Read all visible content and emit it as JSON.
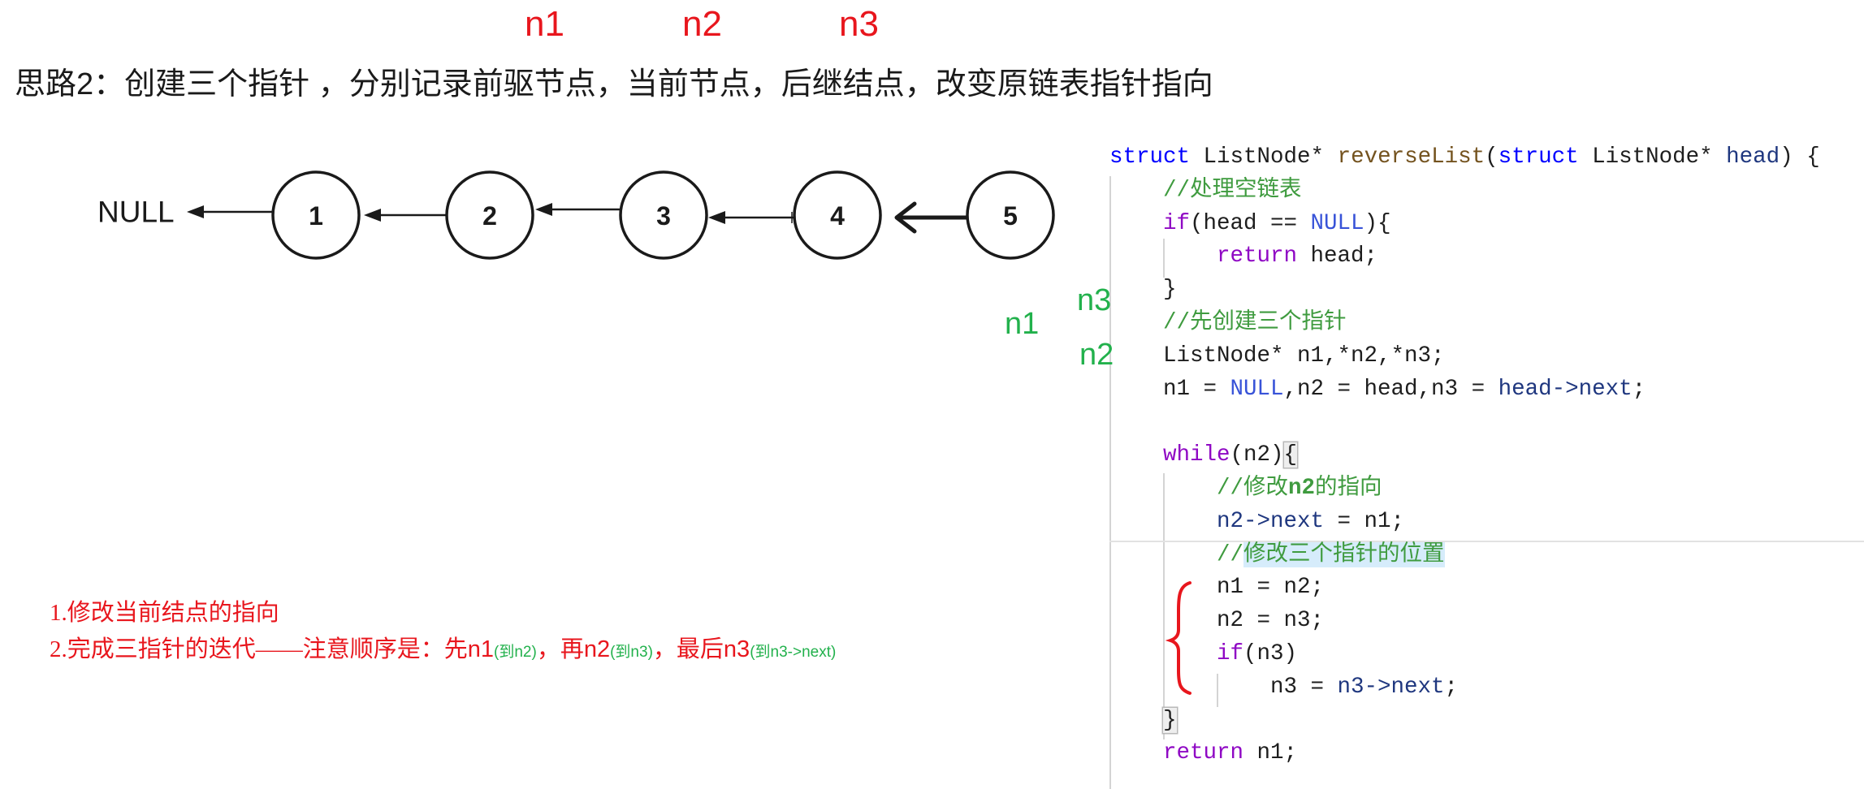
{
  "top_labels": [
    "n1",
    "n2",
    "n3"
  ],
  "title": "思路2：创建三个指针 ，分别记录前驱节点，当前节点，后继结点，改变原链表指针指向",
  "list": {
    "null_label": "NULL",
    "nodes": [
      "1",
      "2",
      "3",
      "4",
      "5"
    ]
  },
  "side_labels": {
    "n1": "n1",
    "n3": "n3",
    "n2": "n2"
  },
  "notes": {
    "line1": "1.修改当前结点的指向",
    "line2": {
      "prefix": "2.完成三指针的迭代——注意顺序是：先",
      "p1": "n1",
      "h1": "(到n2)",
      "s2": "，再",
      "p2": "n2",
      "h2": "(到n3)",
      "s3": "，最后",
      "p3": "n3",
      "h3": "(到n3->next)"
    }
  },
  "colors": {
    "annotation_red": "#e8161d",
    "annotation_green": "#22b14c",
    "diagram_ink": "#1a1a1a"
  },
  "code": {
    "lines": [
      [
        {
          "text": "struct",
          "color": "#0000ff"
        },
        {
          "text": " ListNode* "
        },
        {
          "text": "reverseList",
          "color": "#74531f"
        },
        {
          "text": "("
        },
        {
          "text": "struct",
          "color": "#0000ff"
        },
        {
          "text": " ListNode* "
        },
        {
          "text": "head",
          "color": "#1f377f"
        },
        {
          "text": ") {"
        }
      ],
      [
        {
          "text": "//处理空链表",
          "color": "#3f9b3f"
        }
      ],
      [
        {
          "text": "if",
          "color": "#8f08c4"
        },
        {
          "text": "(head == "
        },
        {
          "text": "NULL",
          "color": "#3853d8"
        },
        {
          "text": "){"
        }
      ],
      [
        {
          "text": "return",
          "color": "#8f08c4"
        },
        {
          "text": " head;"
        }
      ],
      [
        {
          "text": "}"
        }
      ],
      [
        {
          "text": "//先创建三个指针",
          "color": "#3f9b3f"
        }
      ],
      [
        {
          "text": "ListNode* n1,*n2,*n3;"
        }
      ],
      [
        {
          "text": "n1 = "
        },
        {
          "text": "NULL",
          "color": "#3853d8"
        },
        {
          "text": ",n2 = head,n3 = "
        },
        {
          "text": "head->next",
          "color": "#1f377f"
        },
        {
          "text": ";"
        }
      ],
      [],
      [
        {
          "text": "while",
          "color": "#8f08c4"
        },
        {
          "text": "(n2)"
        },
        {
          "text": "{",
          "frame": "#b8b8b8",
          "bg": "#eeeeee"
        }
      ],
      [
        {
          "text": "//修改",
          "color": "#3f9b3f"
        },
        {
          "text": "n2",
          "color": "#3f9b3f",
          "bold": true
        },
        {
          "text": "的指向",
          "color": "#3f9b3f"
        }
      ],
      [
        {
          "text": "n2->next",
          "color": "#1f377f"
        },
        {
          "text": " = n1;"
        }
      ],
      [
        {
          "text": "//",
          "color": "#3f9b3f"
        },
        {
          "text": "修改三个指针的位置",
          "color": "#3f9b3f",
          "bg": "#d6ecfb"
        }
      ],
      [
        {
          "text": "n1 = n2;"
        }
      ],
      [
        {
          "text": "n2 = n3;"
        }
      ],
      [
        {
          "text": "if",
          "color": "#8f08c4"
        },
        {
          "text": "(n3)"
        }
      ],
      [
        {
          "text": "n3 = "
        },
        {
          "text": "n3->next",
          "color": "#1f377f"
        },
        {
          "text": ";"
        }
      ],
      [
        {
          "text": "}",
          "frame": "#b8b8b8",
          "bg": "#eeeeee"
        }
      ],
      [
        {
          "text": "return",
          "color": "#8f08c4"
        },
        {
          "text": " n1;"
        }
      ]
    ]
  }
}
